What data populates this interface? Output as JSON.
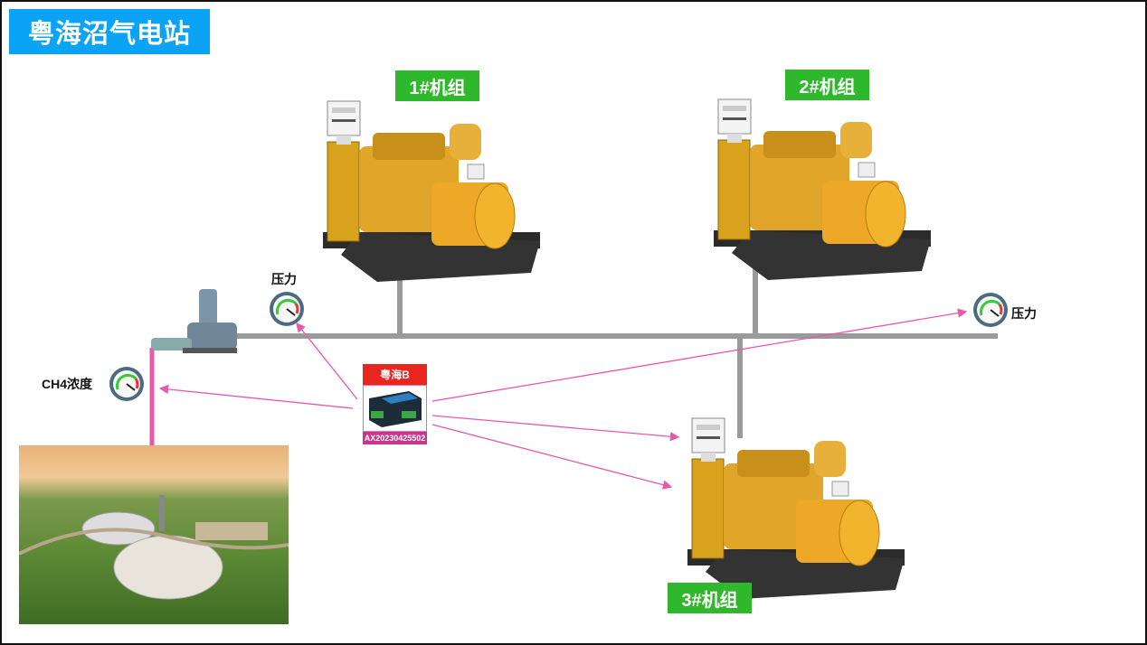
{
  "title": "粤海沼气电站",
  "generators": [
    {
      "label": "1#机组"
    },
    {
      "label": "2#机组"
    },
    {
      "label": "3#机组"
    }
  ],
  "gauges": {
    "pressure_left": "压力",
    "pressure_right": "压力",
    "ch4": "CH4浓度"
  },
  "device": {
    "name": "粤海B",
    "id": "AX20230425502"
  },
  "colors": {
    "title_bg": "#0aa3f5",
    "label_bg": "#2fb82b",
    "pipe": "#9a9a9a",
    "signal": "#e85aa9"
  }
}
